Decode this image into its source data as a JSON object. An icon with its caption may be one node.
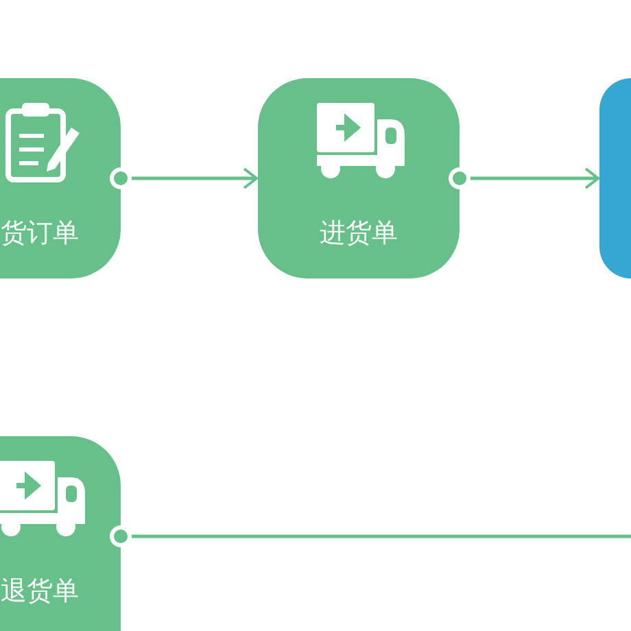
{
  "diagram": {
    "nodes": [
      {
        "text": [
          "货订单"
        ]
      },
      {
        "text": [
          "进货单"
        ]
      },
      {
        "text": [],
        "shape": "box"
      },
      {
        "text": [
          "退货单"
        ]
      }
    ],
    "edges": [
      {
        "from": 0,
        "to": 1,
        "arrow": "to"
      },
      {
        "from": 1,
        "to": 2,
        "arrow": "to"
      },
      {
        "from": 3,
        "to": null,
        "arrow": "other"
      }
    ]
  }
}
